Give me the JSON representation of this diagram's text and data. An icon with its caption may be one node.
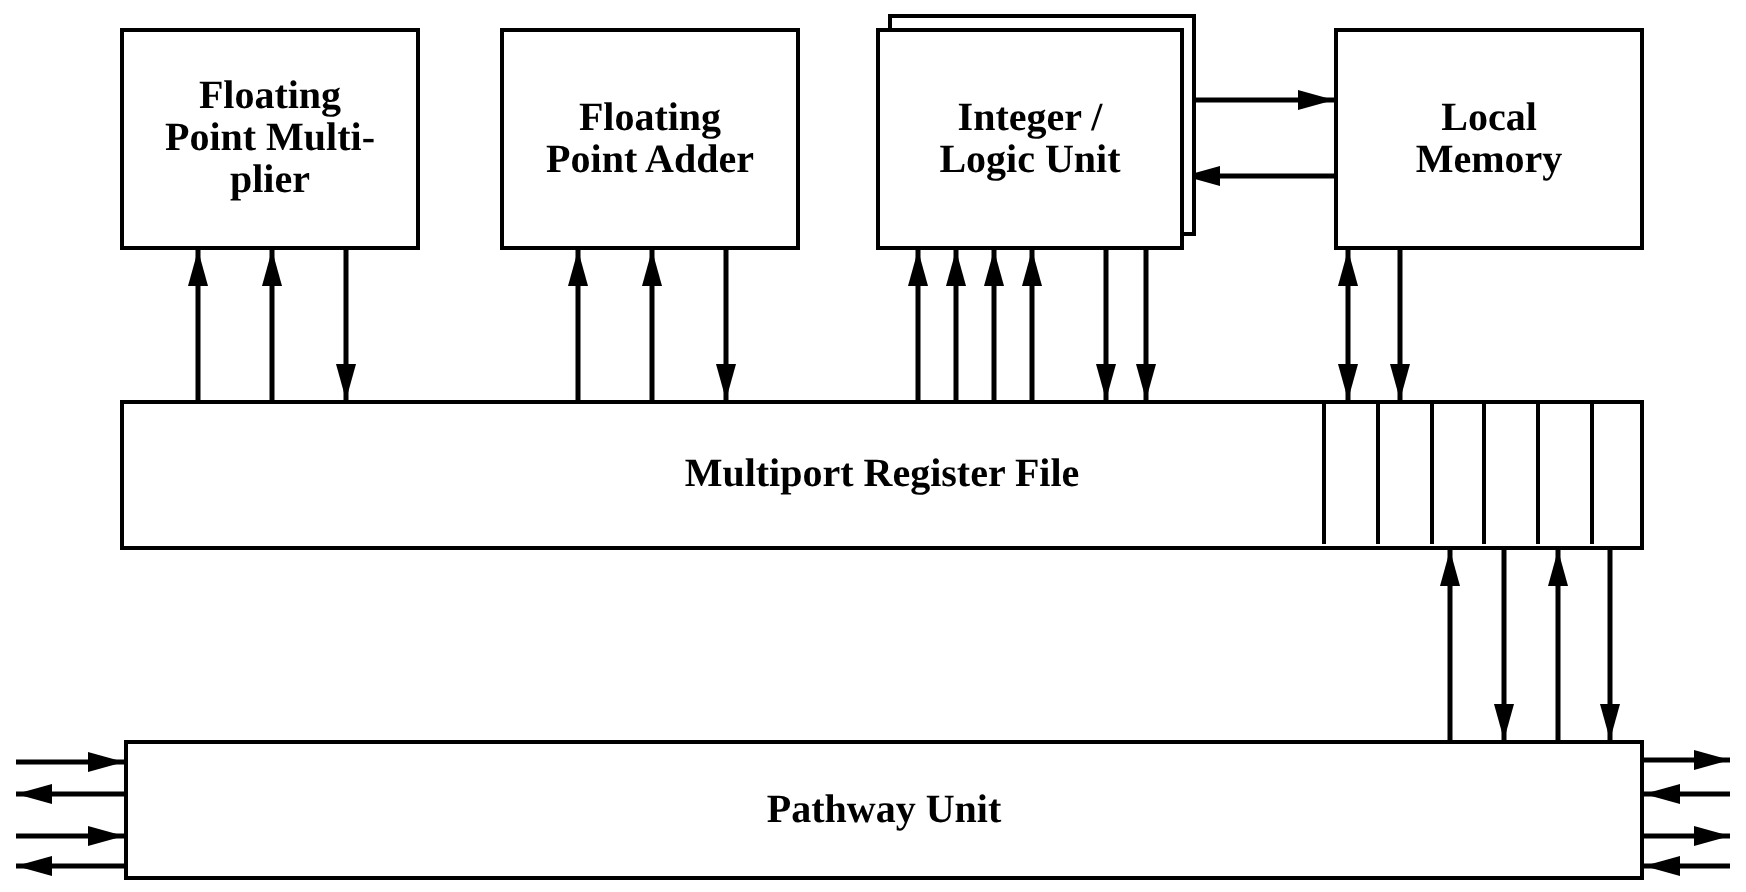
{
  "diagram": {
    "nodes": [
      {
        "text": [
          "Floating Point Multi- plier"
        ]
      },
      {
        "text": [
          "Floating Point Adder"
        ]
      },
      {
        "text": [
          "Integer / Logic Unit"
        ]
      },
      {
        "text": [
          "Local Memory"
        ]
      },
      {
        "text": [
          "Multiport Register File"
        ]
      },
      {
        "text": [],
        "shape": "box",
        "in": 4
      },
      {
        "text": [],
        "shape": "box",
        "in": 4
      },
      {
        "text": [],
        "shape": "box",
        "in": 4
      },
      {
        "text": [],
        "shape": "box",
        "in": 4
      },
      {
        "text": [],
        "shape": "box",
        "in": 4
      },
      {
        "text": [],
        "shape": "box",
        "in": 4
      },
      {
        "text": [
          "Pathway Unit"
        ]
      }
    ],
    "edges": [
      {
        "from": 4,
        "to": 0,
        "arrow": "to"
      },
      {
        "from": 4,
        "to": 0,
        "arrow": "to"
      },
      {
        "from": 0,
        "to": 4,
        "arrow": "to"
      },
      {
        "from": 4,
        "to": 1,
        "arrow": "to"
      },
      {
        "from": 4,
        "to": 1,
        "arrow": "to"
      },
      {
        "from": 1,
        "to": 4,
        "arrow": "to"
      },
      {
        "from": 4,
        "to": 2,
        "arrow": "to"
      },
      {
        "from": 4,
        "to": 2,
        "arrow": "to"
      },
      {
        "from": 4,
        "to": 2,
        "arrow": "to"
      },
      {
        "from": 4,
        "to": 2,
        "arrow": "to"
      },
      {
        "from": 2,
        "to": 4,
        "arrow": "to"
      },
      {
        "from": 2,
        "to": 4,
        "arrow": "to"
      },
      {
        "from": 2,
        "to": 3,
        "arrow": "to"
      },
      {
        "from": 3,
        "to": 2,
        "arrow": "to"
      },
      {
        "from": 3,
        "to": 5,
        "arrow": "both"
      },
      {
        "from": 3,
        "to": 6,
        "arrow": "to"
      },
      {
        "from": 11,
        "to": 7,
        "arrow": "to"
      },
      {
        "from": 8,
        "to": 11,
        "arrow": "to"
      },
      {
        "from": 11,
        "to": 9,
        "arrow": "to"
      },
      {
        "from": 10,
        "to": 11,
        "arrow": "to"
      },
      {
        "from": null,
        "to": 11,
        "arrow": "to"
      },
      {
        "from": 11,
        "to": null,
        "arrow": "to"
      },
      {
        "from": null,
        "to": 11,
        "arrow": "to"
      },
      {
        "from": 11,
        "to": null,
        "arrow": "to"
      },
      {
        "from": 11,
        "to": null,
        "arrow": "to"
      },
      {
        "from": null,
        "to": 11,
        "arrow": "to"
      },
      {
        "from": 11,
        "to": null,
        "arrow": "to"
      },
      {
        "from": null,
        "to": 11,
        "arrow": "to"
      }
    ]
  }
}
